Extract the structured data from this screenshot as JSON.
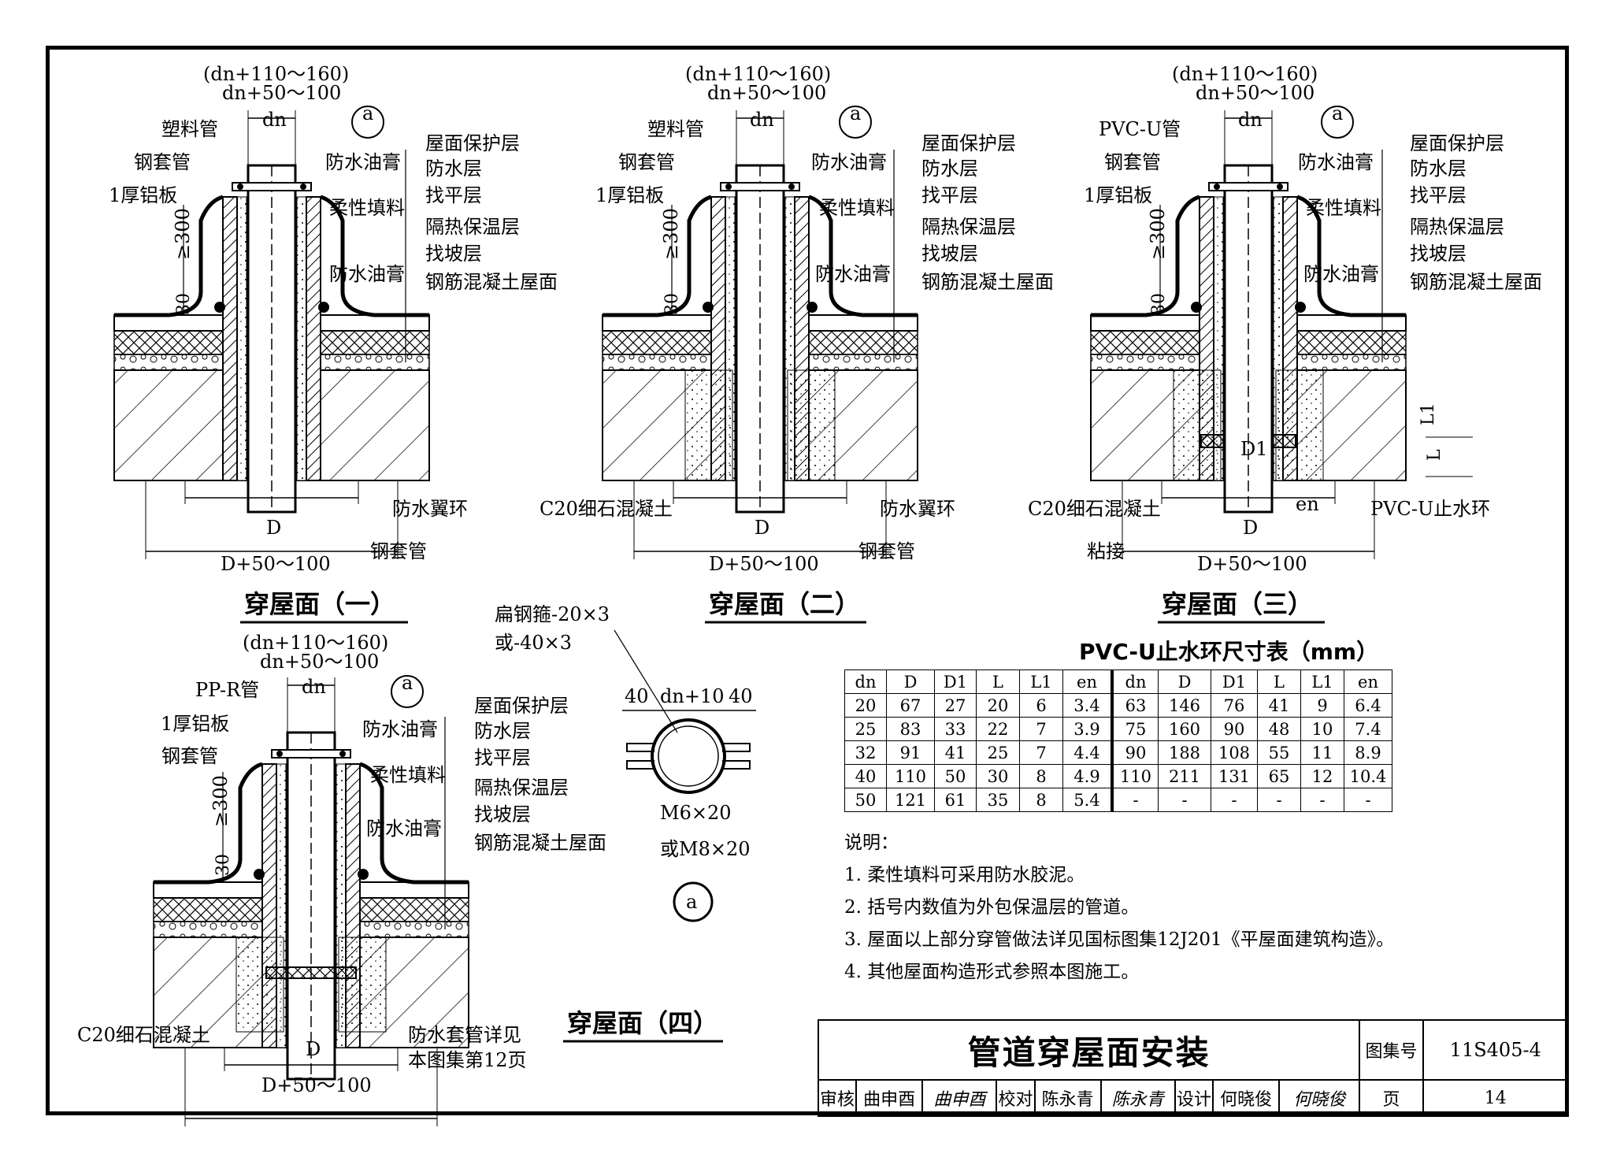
{
  "sheet": {
    "atlas_no_label": "图集号",
    "atlas_no": "11S405-4",
    "page_label": "页",
    "page_no": "14",
    "title": "管道穿屋面安装"
  },
  "signoff": {
    "review_label": "审核",
    "reviewer": "曲申酉",
    "review_sig": "曲申酉",
    "check_label": "校对",
    "checker": "陈永青",
    "check_sig": "陈永青",
    "design_label": "设计",
    "designer": "何晓俊",
    "design_sig": "何晓俊"
  },
  "layers": [
    "屋面保护层",
    "防水层",
    "找平层",
    "隔热保温层",
    "找坡层",
    "钢筋混凝土屋面"
  ],
  "diagrams": [
    {
      "caption": "穿屋面（一）",
      "dim_top1": "(dn+110～160)",
      "dim_top2": "dn+50～100",
      "dn": "dn",
      "pipe": "塑料管",
      "sleeve": "钢套管",
      "plate": "1厚铝板",
      "sealant": "防水油膏",
      "filler": "柔性填料",
      "sealant2": "防水油膏",
      "h300": "≥300",
      "h30": "30",
      "d": "D",
      "dbot": "D+50～100",
      "flange": "防水翼环",
      "sleeve2": "钢套管"
    },
    {
      "caption": "穿屋面（二）",
      "dim_top1": "(dn+110～160)",
      "dim_top2": "dn+50～100",
      "dn": "dn",
      "pipe": "塑料管",
      "sleeve": "钢套管",
      "plate": "1厚铝板",
      "sealant": "防水油膏",
      "filler": "柔性填料",
      "sealant2": "防水油膏",
      "h300": "≥300",
      "h30": "30",
      "d": "D",
      "dbot": "D+50～100",
      "flange": "防水翼环",
      "sleeve2": "钢套管",
      "concrete": "C20细石混凝土"
    },
    {
      "caption": "穿屋面（三）",
      "dim_top1": "(dn+110～160)",
      "dim_top2": "dn+50～100",
      "dn": "dn",
      "pipe": "PVC-U管",
      "sleeve": "钢套管",
      "plate": "1厚铝板",
      "sealant": "防水油膏",
      "filler": "柔性填料",
      "sealant2": "防水油膏",
      "h300": "≥300",
      "h30": "30",
      "d": "D",
      "dbot": "D+50～100",
      "concrete": "C20细石混凝土",
      "bond": "粘接",
      "ring": "PVC-U止水环",
      "d1": "D1",
      "en": "en",
      "l1": "L1",
      "l": "L"
    },
    {
      "caption": "穿屋面（四）",
      "dim_top1": "(dn+110～160)",
      "dim_top2": "dn+50～100",
      "dn": "dn",
      "pipe": "PP-R管",
      "sleeve": "钢套管",
      "plate": "1厚铝板",
      "sealant": "防水油膏",
      "filler": "柔性填料",
      "sealant2": "防水油膏",
      "h300": "≥300",
      "h30": "30",
      "d": "D",
      "dbot": "D+50～100",
      "concrete": "C20细石混凝土",
      "ref1": "防水套管详见",
      "ref2": "本图集第12页"
    }
  ],
  "detail_a": {
    "marker": "a",
    "strap1": "扁钢箍-20×3",
    "strap2": "或-40×3",
    "w40a": "40",
    "wmid": "dn+10",
    "w40b": "40",
    "bolt1": "M6×20",
    "bolt2": "或M8×20"
  },
  "table": {
    "title": "PVC-U止水环尺寸表（mm）",
    "headers": [
      "dn",
      "D",
      "D1",
      "L",
      "L1",
      "en",
      "dn",
      "D",
      "D1",
      "L",
      "L1",
      "en"
    ],
    "rows": [
      [
        "20",
        "67",
        "27",
        "20",
        "6",
        "3.4",
        "63",
        "146",
        "76",
        "41",
        "9",
        "6.4"
      ],
      [
        "25",
        "83",
        "33",
        "22",
        "7",
        "3.9",
        "75",
        "160",
        "90",
        "48",
        "10",
        "7.4"
      ],
      [
        "32",
        "91",
        "41",
        "25",
        "7",
        "4.4",
        "90",
        "188",
        "108",
        "55",
        "11",
        "8.9"
      ],
      [
        "40",
        "110",
        "50",
        "30",
        "8",
        "4.9",
        "110",
        "211",
        "131",
        "65",
        "12",
        "10.4"
      ],
      [
        "50",
        "121",
        "61",
        "35",
        "8",
        "5.4",
        "-",
        "-",
        "-",
        "-",
        "-",
        "-"
      ]
    ]
  },
  "notes": {
    "title": "说明：",
    "items": [
      "1. 柔性填料可采用防水胶泥。",
      "2. 括号内数值为外包保温层的管道。",
      "3. 屋面以上部分穿管做法详见国标图集12J201《平屋面建筑构造》。",
      "4. 其他屋面构造形式参照本图施工。"
    ]
  }
}
